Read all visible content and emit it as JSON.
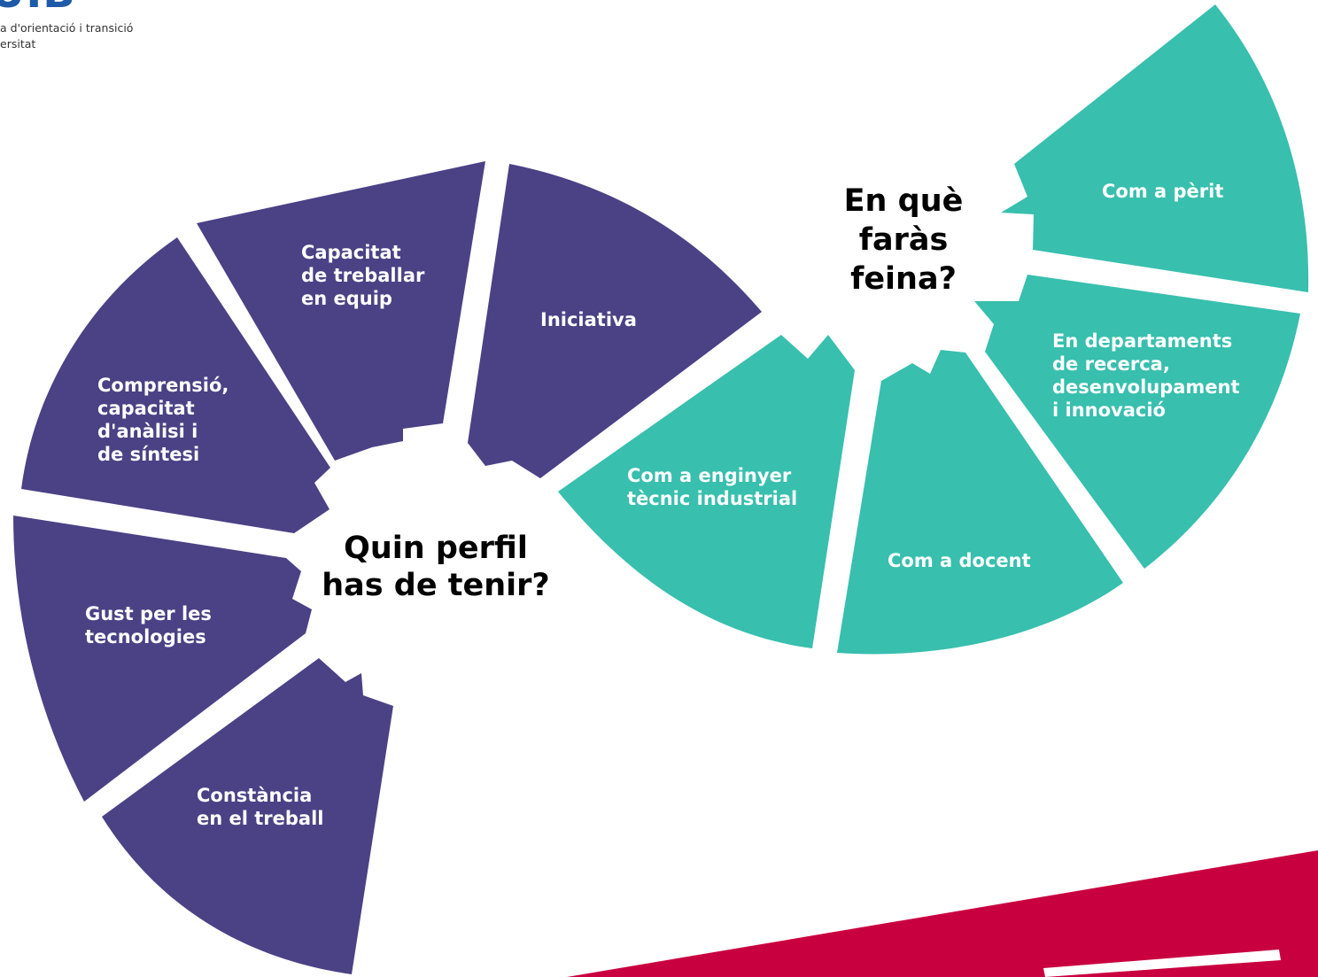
{
  "logo": {
    "wordmark": "itUIB",
    "line1": "a d'orientació i transició",
    "line2": "ersitat"
  },
  "colors": {
    "profile_segment": "#4b4185",
    "job_segment": "#38bfae",
    "accent_band": "#c9003f",
    "center": "#ffffff",
    "logo": "#1f5aa8"
  },
  "profile": {
    "title_line1": "Quin perfil",
    "title_line2": "has de tenir?",
    "segments": [
      {
        "line1": "Capacitat",
        "line2": "de treballar",
        "line3": "en equip"
      },
      {
        "line1": "Iniciativa"
      },
      {
        "line1": "Comprensió,",
        "line2": "capacitat",
        "line3": "d'anàlisi i",
        "line4": "de síntesi"
      },
      {
        "line1": "Gust per les",
        "line2": "tecnologies"
      },
      {
        "line1": "Constància",
        "line2": "en el treball"
      }
    ]
  },
  "jobs": {
    "title_line1": "En què",
    "title_line2": "faràs",
    "title_line3": "feina?",
    "segments": [
      {
        "line1": "Com a pèrit"
      },
      {
        "line1": "En departaments",
        "line2": "de recerca,",
        "line3": "desenvolupament",
        "line4": "i innovació"
      },
      {
        "line1": "Com a docent"
      },
      {
        "line1": "Com a enginyer",
        "line2": "tècnic industrial"
      }
    ]
  }
}
